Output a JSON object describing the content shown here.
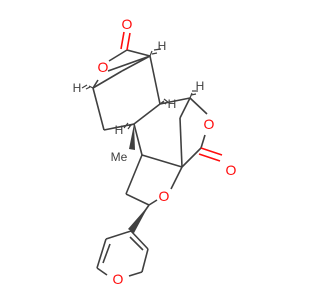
{
  "colors": {
    "bond": "#404040",
    "oxygen": "#ff0d0d",
    "carbon": "#404040",
    "background": "#ffffff"
  },
  "labels": {
    "lactone_top_carbonyl_o": "O",
    "lactone_top_ring_o": "O",
    "lactone_right_ring_o": "O",
    "lactone_right_carbonyl_o": "O",
    "thf_ring_o": "O",
    "furan_ring_o": "O",
    "h_top_right": "H",
    "h_left": "H",
    "h_mid": "H",
    "h_right": "H",
    "h_lower": "H",
    "methyl": "Me"
  }
}
